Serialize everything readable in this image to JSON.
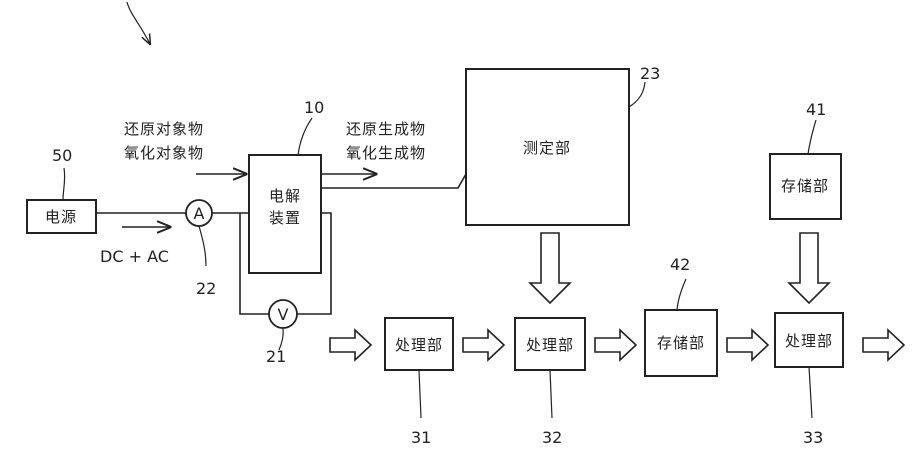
{
  "nodes": {
    "power": {
      "label": "电源",
      "ref": "50"
    },
    "ammeter": {
      "label": "A",
      "ref": "22"
    },
    "voltmeter": {
      "label": "V",
      "ref": "21"
    },
    "electrolysis": {
      "label_line1": "电解",
      "label_line2": "装置",
      "ref": "10"
    },
    "measure": {
      "label": "测定部",
      "ref": "23"
    },
    "storage_top": {
      "label": "存储部",
      "ref": "41"
    },
    "proc1": {
      "label": "处理部",
      "ref": "31"
    },
    "proc2": {
      "label": "处理部",
      "ref": "32"
    },
    "storage_mid": {
      "label": "存储部",
      "ref": "42"
    },
    "proc3": {
      "label": "处理部",
      "ref": "33"
    }
  },
  "annotations": {
    "input_line1": "还原对象物",
    "input_line2": "氧化对象物",
    "output_line1": "还原生成物",
    "output_line2": "氧化生成物",
    "current": "DC + AC"
  }
}
